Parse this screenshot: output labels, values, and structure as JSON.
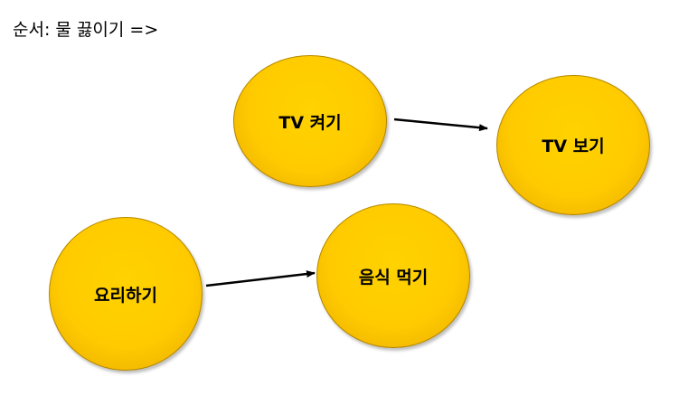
{
  "header": {
    "sequence_text": "순서: 물 끓이기 =>"
  },
  "nodes": {
    "tv_on": "TV 켜기",
    "tv_watch": "TV 보기",
    "cook": "요리하기",
    "eat": "음식 먹기"
  },
  "edges": [
    {
      "from": "TV 켜기",
      "to": "TV 보기"
    },
    {
      "from": "요리하기",
      "to": "음식 먹기"
    }
  ],
  "colors": {
    "node_fill": "#ffcc00",
    "node_edge": "#8a6200",
    "arrow": "#000000"
  }
}
